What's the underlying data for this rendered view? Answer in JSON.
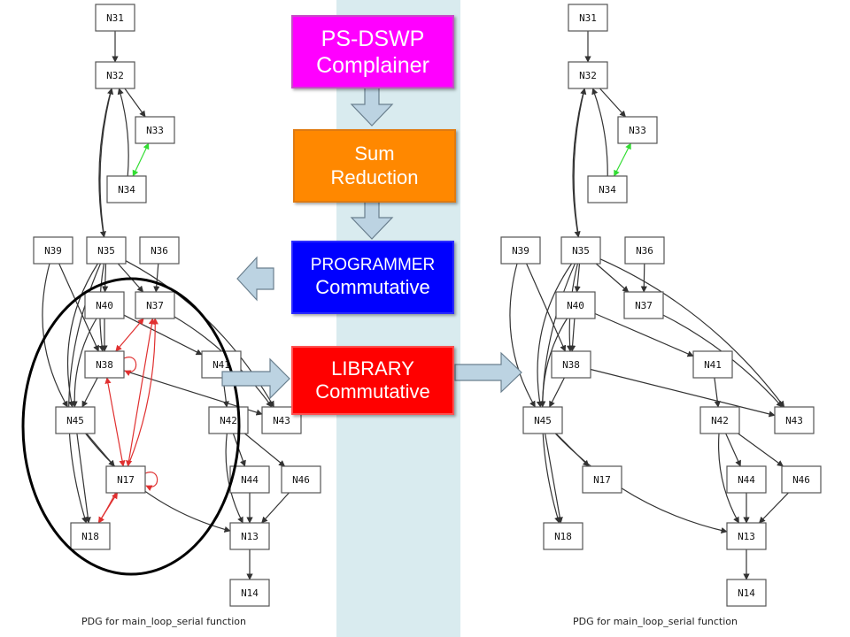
{
  "colors": {
    "band": "#d9ebef",
    "compiler_box": "#ff00ff",
    "sum_box": "#ff8800",
    "programmer_box": "#0000ff",
    "library_box": "#ff0000",
    "arrow_fill": "#bcd3e2",
    "edge_normal": "#333333",
    "edge_memory": "#e03030",
    "edge_sync": "#33dd33",
    "ellipse": "#000000"
  },
  "stages": [
    {
      "lines": [
        "PS-DSWP",
        "Complainer"
      ],
      "color": "#ff00ff"
    },
    {
      "lines": [
        "Sum",
        "Reduction"
      ],
      "color": "#ff8800"
    },
    {
      "lines": [
        "PROGRAMMER",
        "Commutative"
      ],
      "color": "#0000ff"
    },
    {
      "lines": [
        "LIBRARY",
        "Commutative"
      ],
      "color": "#ff0000"
    }
  ],
  "left_graph": {
    "caption": "PDG for main_loop_serial function",
    "nodes": [
      "N31",
      "N32",
      "N33",
      "N34",
      "N39",
      "N35",
      "N36",
      "N40",
      "N37",
      "N38",
      "N41",
      "N45",
      "N42",
      "N43",
      "N17",
      "N44",
      "N46",
      "N18",
      "N13",
      "N14"
    ],
    "circled": [
      "N40",
      "N37",
      "N38",
      "N45",
      "N17",
      "N18"
    ]
  },
  "right_graph": {
    "caption": "PDG for main_loop_serial function",
    "nodes": [
      "N31",
      "N32",
      "N33",
      "N34",
      "N39",
      "N35",
      "N36",
      "N40",
      "N37",
      "N38",
      "N41",
      "N45",
      "N42",
      "N43",
      "N17",
      "N44",
      "N46",
      "N18",
      "N13",
      "N14"
    ]
  }
}
